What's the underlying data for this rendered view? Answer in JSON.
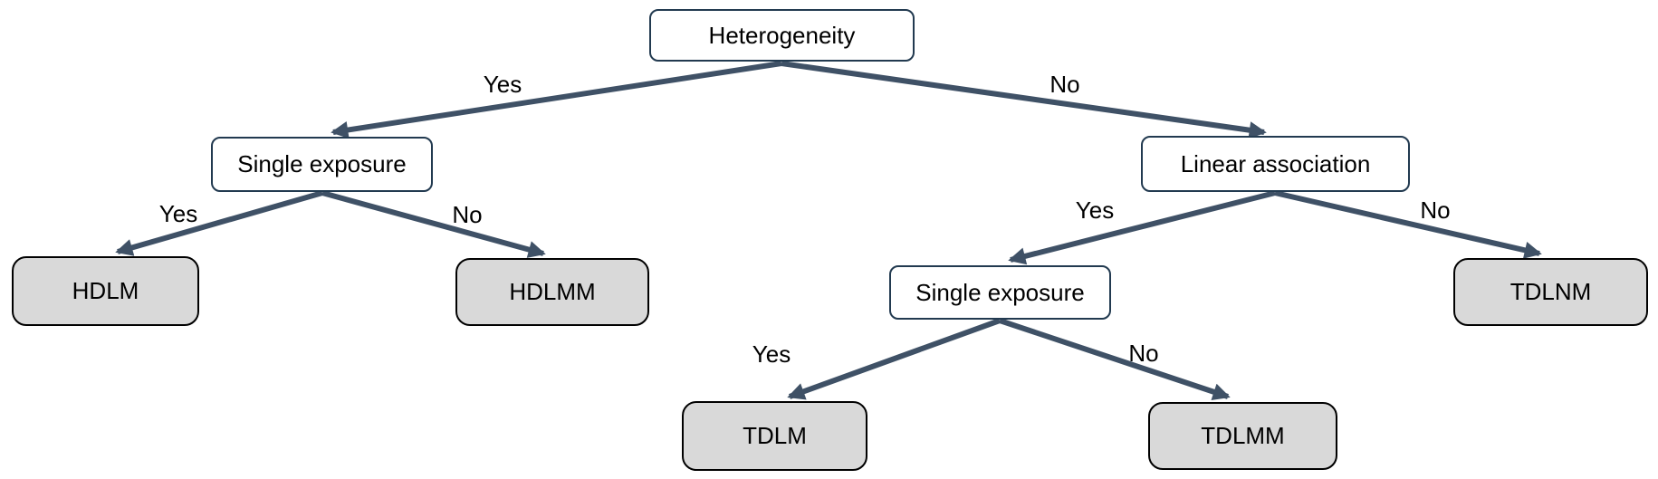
{
  "diagram": {
    "type": "decision-tree",
    "nodes": [
      {
        "id": "heterogeneity",
        "label": "Heterogeneity",
        "type": "decision"
      },
      {
        "id": "single-exposure-left",
        "label": "Single exposure",
        "type": "decision"
      },
      {
        "id": "linear-association",
        "label": "Linear association",
        "type": "decision"
      },
      {
        "id": "hdlm",
        "label": "HDLM",
        "type": "outcome"
      },
      {
        "id": "hdlmm",
        "label": "HDLMM",
        "type": "outcome"
      },
      {
        "id": "single-exposure-right",
        "label": "Single exposure",
        "type": "decision"
      },
      {
        "id": "tdlnm",
        "label": "TDLNM",
        "type": "outcome"
      },
      {
        "id": "tdlm",
        "label": "TDLM",
        "type": "outcome"
      },
      {
        "id": "tdlmm",
        "label": "TDLMM",
        "type": "outcome"
      }
    ],
    "edges": [
      {
        "from": "heterogeneity",
        "to": "single-exposure-left",
        "label": "Yes"
      },
      {
        "from": "heterogeneity",
        "to": "linear-association",
        "label": "No"
      },
      {
        "from": "single-exposure-left",
        "to": "hdlm",
        "label": "Yes"
      },
      {
        "from": "single-exposure-left",
        "to": "hdlmm",
        "label": "No"
      },
      {
        "from": "linear-association",
        "to": "single-exposure-right",
        "label": "Yes"
      },
      {
        "from": "linear-association",
        "to": "tdlnm",
        "label": "No"
      },
      {
        "from": "single-exposure-right",
        "to": "tdlm",
        "label": "Yes"
      },
      {
        "from": "single-exposure-right",
        "to": "tdlmm",
        "label": "No"
      }
    ],
    "colors": {
      "connector": "#3f5166",
      "decision_border": "#223a50",
      "decision_fill": "#ffffff",
      "outcome_border": "#000000",
      "outcome_fill": "#d9d9d9",
      "text": "#000000",
      "background": "#ffffff"
    }
  }
}
